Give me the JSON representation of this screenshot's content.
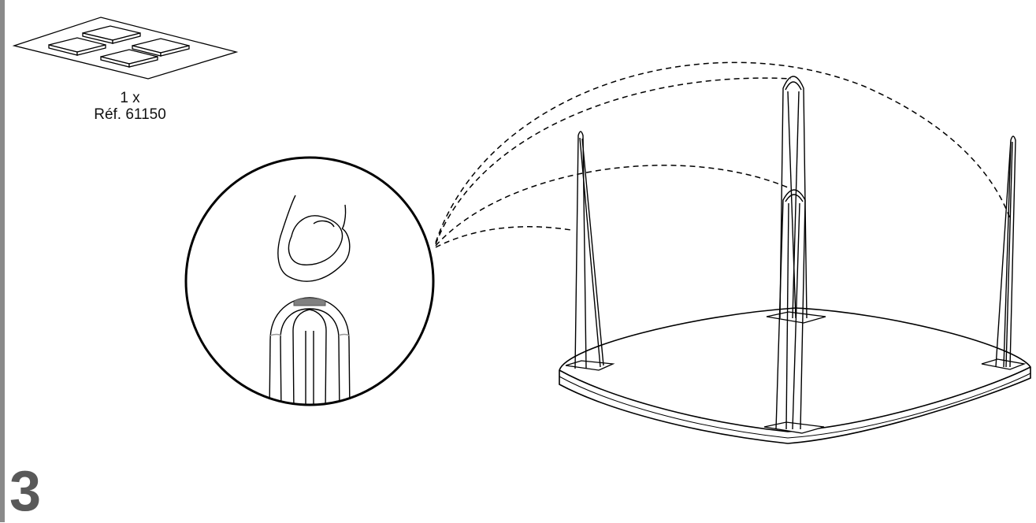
{
  "part": {
    "quantity": "1 x",
    "reference": "Réf. 61150",
    "icon": "felt-pads-sheet-icon"
  },
  "step": {
    "number": "3"
  },
  "illustration": {
    "icons": [
      "thumb-press-detail-icon",
      "hairpin-leg-icon",
      "table-top-icon"
    ],
    "colors": {
      "line": "#000000",
      "pad": "#808080",
      "border": "#8a8a8a"
    }
  }
}
